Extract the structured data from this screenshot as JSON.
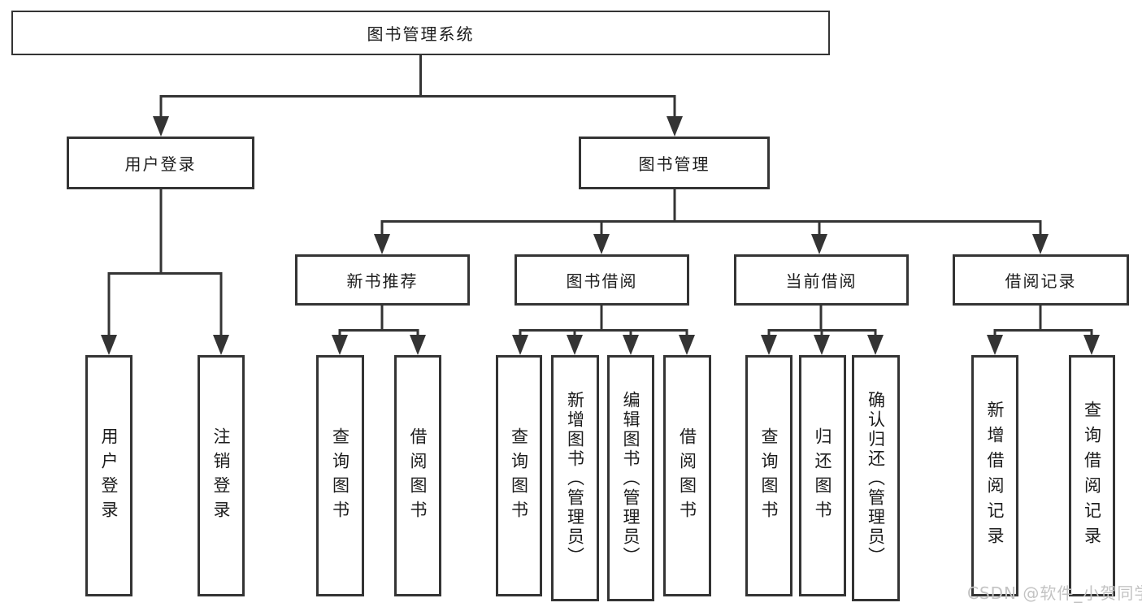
{
  "diagram_title": "图书管理系统",
  "colors": {
    "line": "#343434",
    "box_border": "#343434",
    "text": "#1c1c1c",
    "background": "#ffffff",
    "watermark": "#c3c3c3"
  },
  "nodes": {
    "root": {
      "label": "图书管理系统"
    },
    "user_login": {
      "label": "用户登录",
      "children": {
        "login": {
          "label": "用户登录"
        },
        "logout": {
          "label": "注销登录"
        }
      }
    },
    "book_mgmt": {
      "label": "图书管理",
      "children": {
        "new_book_rec": {
          "label": "新书推荐",
          "children": {
            "query_books": {
              "label": "查询图书"
            },
            "borrow_books": {
              "label": "借阅图书"
            }
          }
        },
        "book_borrow": {
          "label": "图书借阅",
          "children": {
            "query_books": {
              "label": "查询图书"
            },
            "add_books": {
              "label": "新增图书（管理员）"
            },
            "edit_books": {
              "label": "编辑图书（管理员）"
            },
            "borrow_books": {
              "label": "借阅图书"
            }
          }
        },
        "current_borrow": {
          "label": "当前借阅",
          "children": {
            "query_books": {
              "label": "查询图书"
            },
            "return_books": {
              "label": "归还图书"
            },
            "confirm_return": {
              "label": "确认归还（管理员）"
            }
          }
        },
        "borrow_records": {
          "label": "借阅记录",
          "children": {
            "add_record": {
              "label": "新增借阅记录"
            },
            "query_record": {
              "label": "查询借阅记录"
            }
          }
        }
      }
    }
  },
  "watermark": {
    "text": "CSDN @软件_小贺同学"
  }
}
